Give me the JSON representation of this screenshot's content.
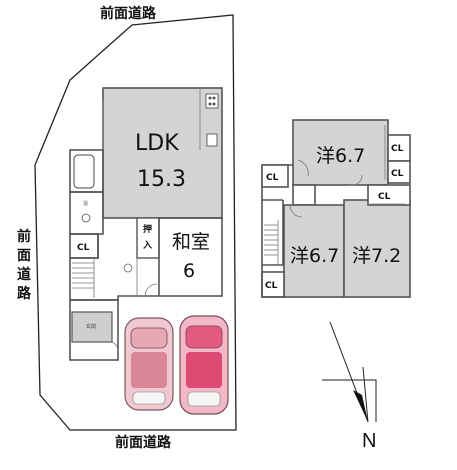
{
  "roads": {
    "top": "前面道路",
    "left": [
      "前",
      "面",
      "道",
      "路"
    ],
    "bottom": "前面道路"
  },
  "floor1": {
    "ldk_name": "LDK",
    "ldk_size": "15.3",
    "washitsu_name": "和室",
    "washitsu_size": "6",
    "oshiire": [
      "押",
      "入"
    ],
    "closet": "CL",
    "bath_label": "浴",
    "entrance_label": "玄関"
  },
  "floor2": {
    "room_top": "洋6.7",
    "room_left": "洋6.7",
    "room_right": "洋7.2",
    "closet": "CL"
  },
  "compass": {
    "north": "N"
  }
}
